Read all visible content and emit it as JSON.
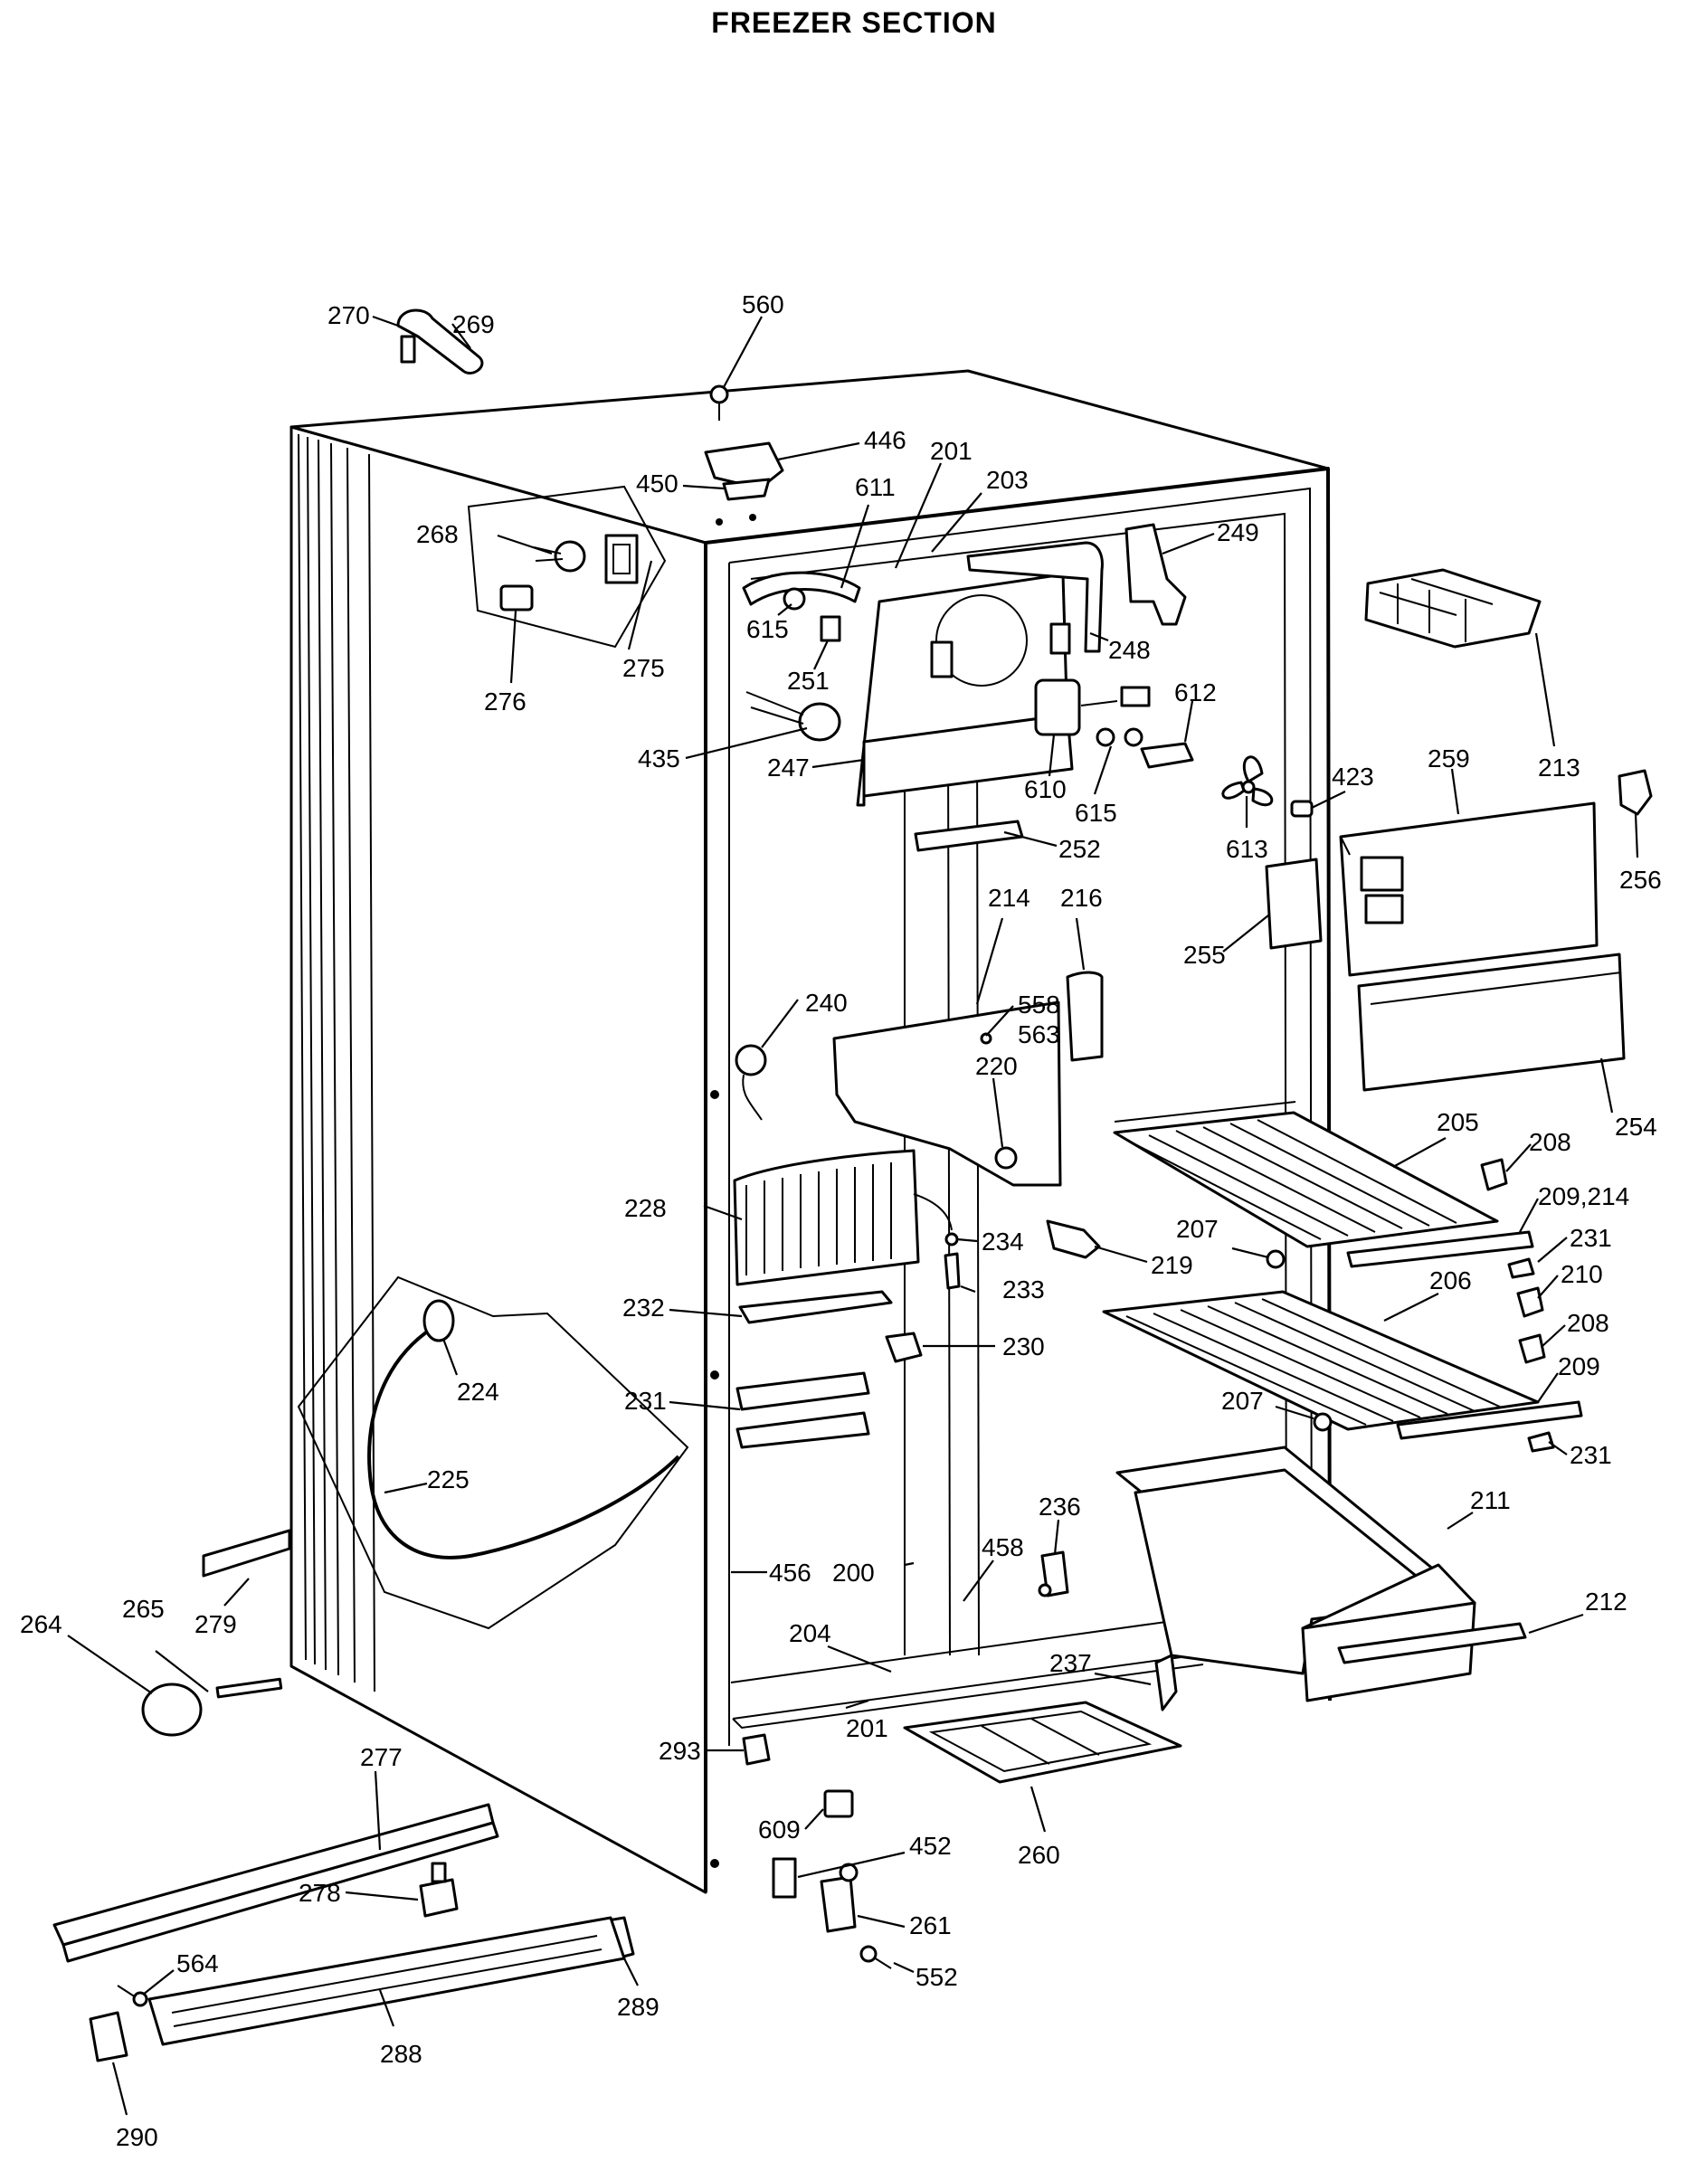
{
  "title": "FREEZER SECTION",
  "parts": [
    {
      "label": "270"
    },
    {
      "label": "269"
    },
    {
      "label": "560"
    },
    {
      "label": "446"
    },
    {
      "label": "450"
    },
    {
      "label": "201"
    },
    {
      "label": "203"
    },
    {
      "label": "611"
    },
    {
      "label": "268"
    },
    {
      "label": "249"
    },
    {
      "label": "615"
    },
    {
      "label": "251"
    },
    {
      "label": "248"
    },
    {
      "label": "275"
    },
    {
      "label": "276"
    },
    {
      "label": "213"
    },
    {
      "label": "612"
    },
    {
      "label": "435"
    },
    {
      "label": "247"
    },
    {
      "label": "610"
    },
    {
      "label": "423"
    },
    {
      "label": "259"
    },
    {
      "label": "256"
    },
    {
      "label": "615"
    },
    {
      "label": "613"
    },
    {
      "label": "252"
    },
    {
      "label": "214"
    },
    {
      "label": "216"
    },
    {
      "label": "255"
    },
    {
      "label": "240"
    },
    {
      "label": "558"
    },
    {
      "label": "563"
    },
    {
      "label": "220"
    },
    {
      "label": "254"
    },
    {
      "label": "205"
    },
    {
      "label": "208"
    },
    {
      "label": "228"
    },
    {
      "label": "209,214"
    },
    {
      "label": "234"
    },
    {
      "label": "207"
    },
    {
      "label": "219"
    },
    {
      "label": "231"
    },
    {
      "label": "233"
    },
    {
      "label": "210"
    },
    {
      "label": "206"
    },
    {
      "label": "232"
    },
    {
      "label": "208"
    },
    {
      "label": "224"
    },
    {
      "label": "230"
    },
    {
      "label": "209"
    },
    {
      "label": "231"
    },
    {
      "label": "207"
    },
    {
      "label": "231"
    },
    {
      "label": "225"
    },
    {
      "label": "211"
    },
    {
      "label": "236"
    },
    {
      "label": "458"
    },
    {
      "label": "456"
    },
    {
      "label": "200"
    },
    {
      "label": "212"
    },
    {
      "label": "279"
    },
    {
      "label": "264"
    },
    {
      "label": "265"
    },
    {
      "label": "204"
    },
    {
      "label": "237"
    },
    {
      "label": "201"
    },
    {
      "label": "293"
    },
    {
      "label": "277"
    },
    {
      "label": "609"
    },
    {
      "label": "260"
    },
    {
      "label": "452"
    },
    {
      "label": "278"
    },
    {
      "label": "261"
    },
    {
      "label": "552"
    },
    {
      "label": "564"
    },
    {
      "label": "289"
    },
    {
      "label": "288"
    },
    {
      "label": "290"
    }
  ]
}
